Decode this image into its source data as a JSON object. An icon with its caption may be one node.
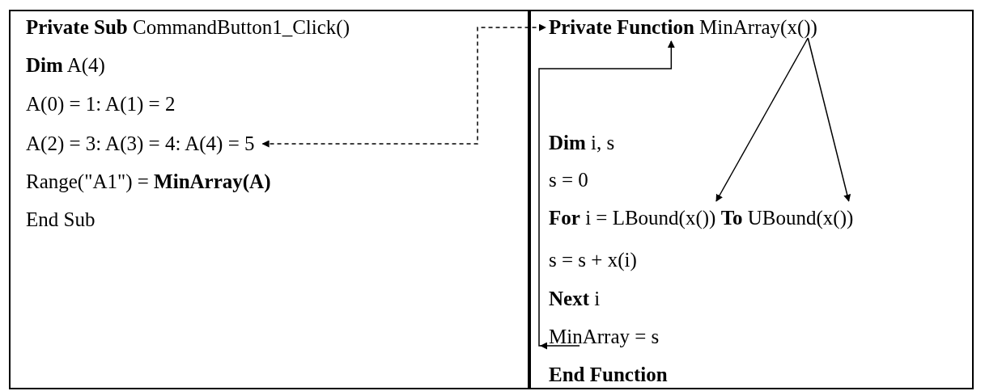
{
  "diagram": {
    "nodes": [
      {
        "text": [],
        "shape": "box"
      },
      {
        "text": [
          "**Private Sub** CommandButton1_Click()"
        ],
        "in": 0
      },
      {
        "text": [
          "**Dim** A(4)"
        ],
        "in": 0
      },
      {
        "text": [
          "A(0) = 1: A(1) = 2"
        ],
        "in": 0
      },
      {
        "text": [
          "A(2) = 3: A(3) = 4: A(4) = 5"
        ],
        "in": 0
      },
      {
        "text": [
          "Range(\"A1\") = **MinArray(A)**"
        ],
        "in": 0
      },
      {
        "text": [
          "End Sub"
        ],
        "in": 0
      },
      {
        "text": [],
        "shape": "box"
      },
      {
        "text": [
          "**Private Function** MinArray(x())"
        ],
        "in": 7
      },
      {
        "text": [
          "**Dim** i, s"
        ],
        "in": 7
      },
      {
        "text": [
          "s = 0"
        ],
        "in": 7
      },
      {
        "text": [
          "**For** i = LBound(x()) **To** UBound(x())"
        ],
        "in": 7
      },
      {
        "text": [
          "s = s + x(i)"
        ],
        "in": 7
      },
      {
        "text": [
          "**Next** i"
        ],
        "in": 7
      },
      {
        "text": [
          "MinArray = s"
        ],
        "in": 7
      },
      {
        "text": [
          "End Function"
        ],
        "in": 7
      }
    ],
    "edges": [
      {
        "from": 4,
        "to": 8,
        "arrow": "both",
        "style": "dashed"
      },
      {
        "from": 14,
        "to": 8,
        "arrow": "both"
      },
      {
        "from": 8,
        "to": 11,
        "arrow": "to"
      },
      {
        "from": 8,
        "to": 11,
        "arrow": "to"
      }
    ]
  }
}
